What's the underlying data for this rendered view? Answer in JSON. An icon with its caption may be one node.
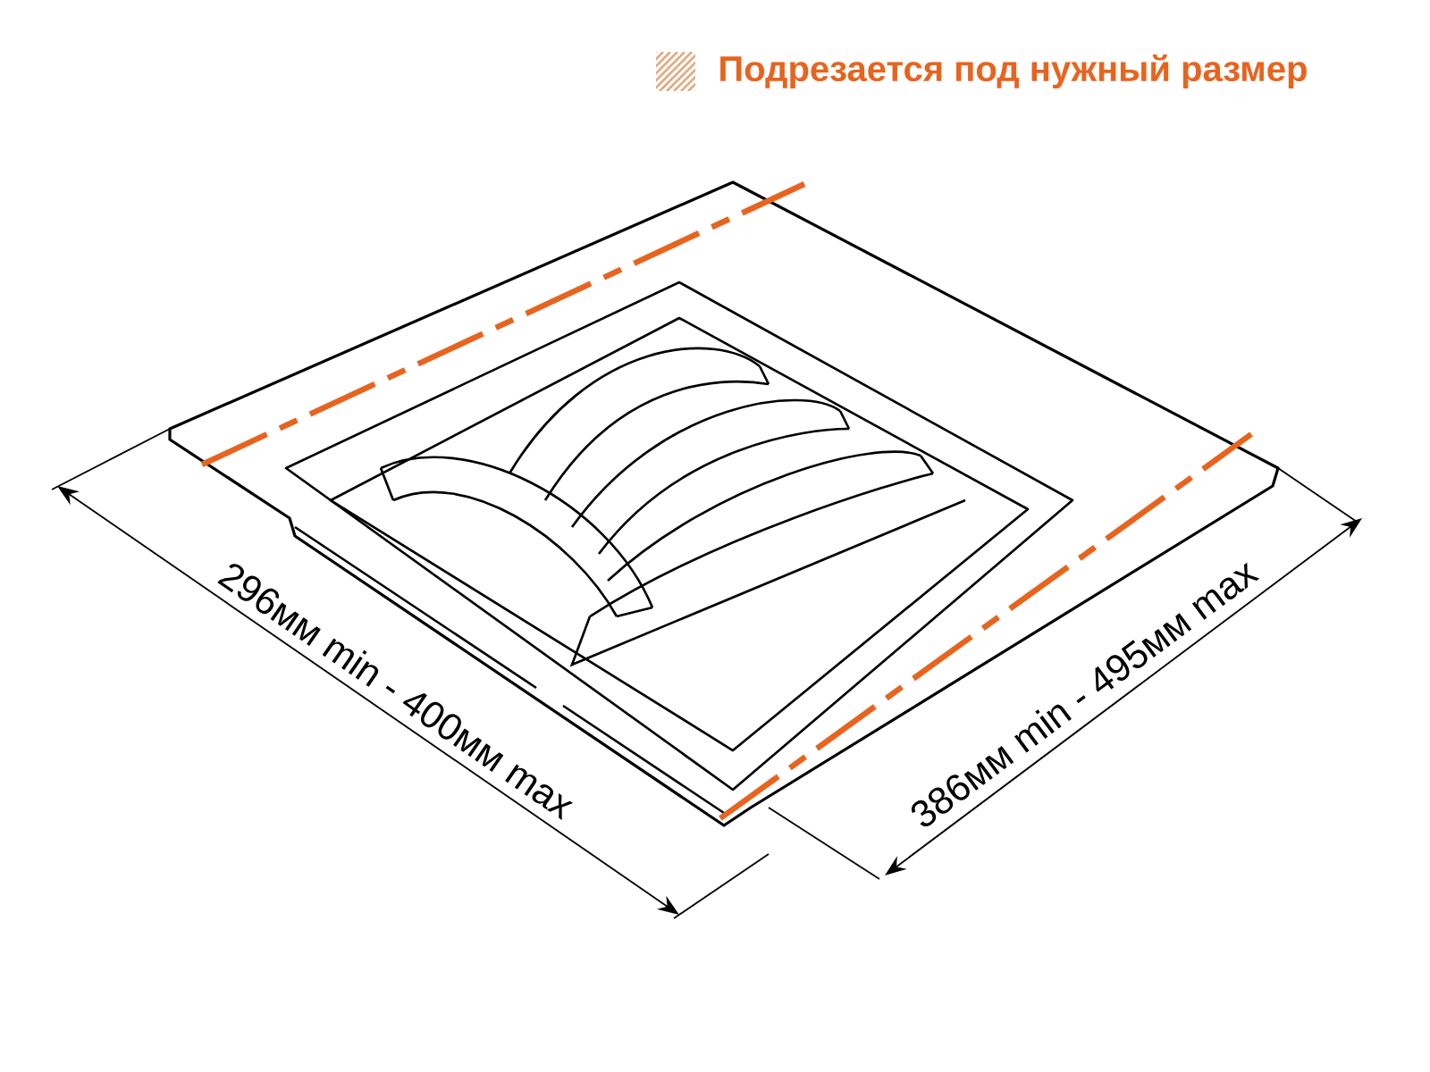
{
  "diagram": {
    "labels": [
      "296мм min - 400мм max",
      "386мм min - 495мм max"
    ],
    "legend": [
      {
        "text": "Подрезается под нужный размер"
      }
    ]
  }
}
